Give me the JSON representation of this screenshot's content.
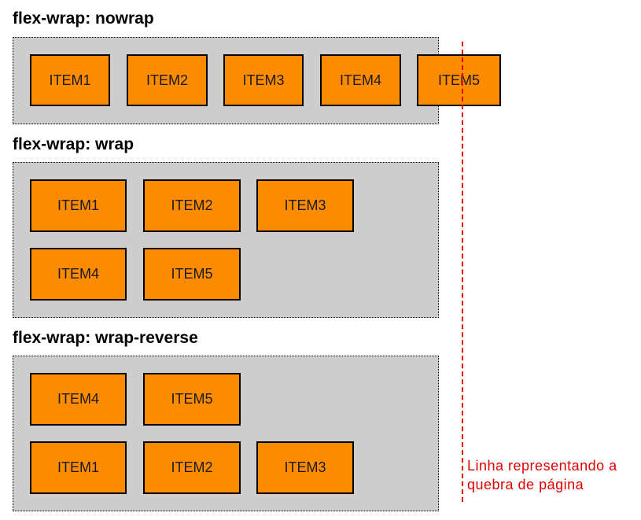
{
  "sections": [
    {
      "title": "flex-wrap: nowrap",
      "items": [
        "ITEM1",
        "ITEM2",
        "ITEM3",
        "ITEM4",
        "ITEM5"
      ]
    },
    {
      "title": "flex-wrap: wrap",
      "items": [
        "ITEM1",
        "ITEM2",
        "ITEM3",
        "ITEM4",
        "ITEM5"
      ]
    },
    {
      "title": "flex-wrap: wrap-reverse",
      "items": [
        "ITEM4",
        "ITEM5",
        "ITEM1",
        "ITEM2",
        "ITEM3"
      ]
    }
  ],
  "page_break": {
    "label_line1": "Linha representando a",
    "label_line2": "quebra de página"
  },
  "colors": {
    "item_fill": "#ff8c00",
    "container_fill": "#cdcdcd",
    "break_line": "#e00000"
  }
}
